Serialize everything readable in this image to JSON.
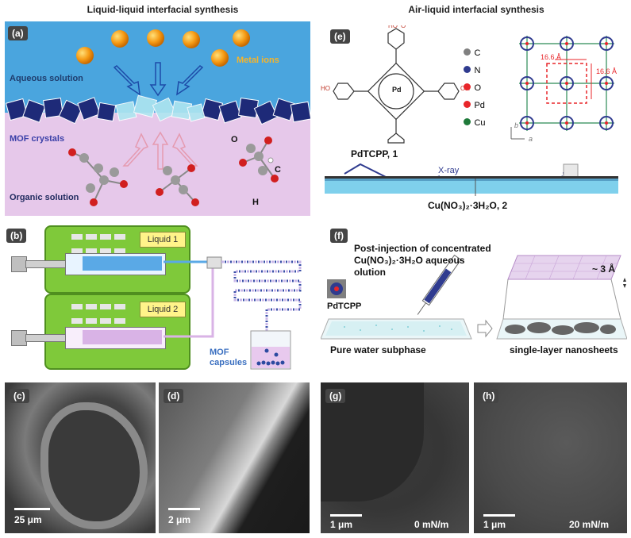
{
  "titles": {
    "left": "Liquid-liquid interfacial synthesis",
    "right": "Air-liquid interfacial synthesis"
  },
  "panel_a": {
    "label": "(a)",
    "metal_ions": "Metal ions",
    "aqueous": "Aqueous solution",
    "mof_crystals": "MOF crystals",
    "organic": "Organic solution",
    "atom_o": "O",
    "atom_c": "C",
    "atom_h": "H"
  },
  "panel_b": {
    "label": "(b)",
    "liquid1": "Liquid 1",
    "liquid2": "Liquid 2",
    "mof_capsules": "MOF capsules"
  },
  "panel_c": {
    "label": "(c)",
    "scale": "25 μm"
  },
  "panel_d": {
    "label": "(d)",
    "scale": "2 μm"
  },
  "panel_e": {
    "label": "(e)",
    "pd": "Pd",
    "compound1": "PdTCPP, 1",
    "compound2": "Cu(NO₃)₂·3H₂O, 2",
    "xray": "X-ray",
    "legend": [
      {
        "symbol": "C",
        "color": "#808080"
      },
      {
        "symbol": "N",
        "color": "#2f3b8f"
      },
      {
        "symbol": "O",
        "color": "#e8262a"
      },
      {
        "symbol": "Pd",
        "color": "#e8262a"
      },
      {
        "symbol": "Cu",
        "color": "#1f7a3a"
      }
    ],
    "dim1": "16.6 Å",
    "dim2": "16.6 Å",
    "axis_b": "b",
    "axis_a": "a"
  },
  "panel_f": {
    "label": "(f)",
    "post_injection": "Post-injection of concentrated",
    "cu_line": "Cu(NO₃)₂·3H₂O aqueous",
    "olution": "olution",
    "pdtcpp": "PdTCPP",
    "subphase": "Pure water subphase",
    "nanosheets": "single-layer nanosheets",
    "thickness": "~ 3 Å"
  },
  "panel_g": {
    "label": "(g)",
    "scale": "1 μm",
    "pressure": "0 mN/m"
  },
  "panel_h": {
    "label": "(h)",
    "scale": "1 μm",
    "pressure": "20 mN/m"
  }
}
